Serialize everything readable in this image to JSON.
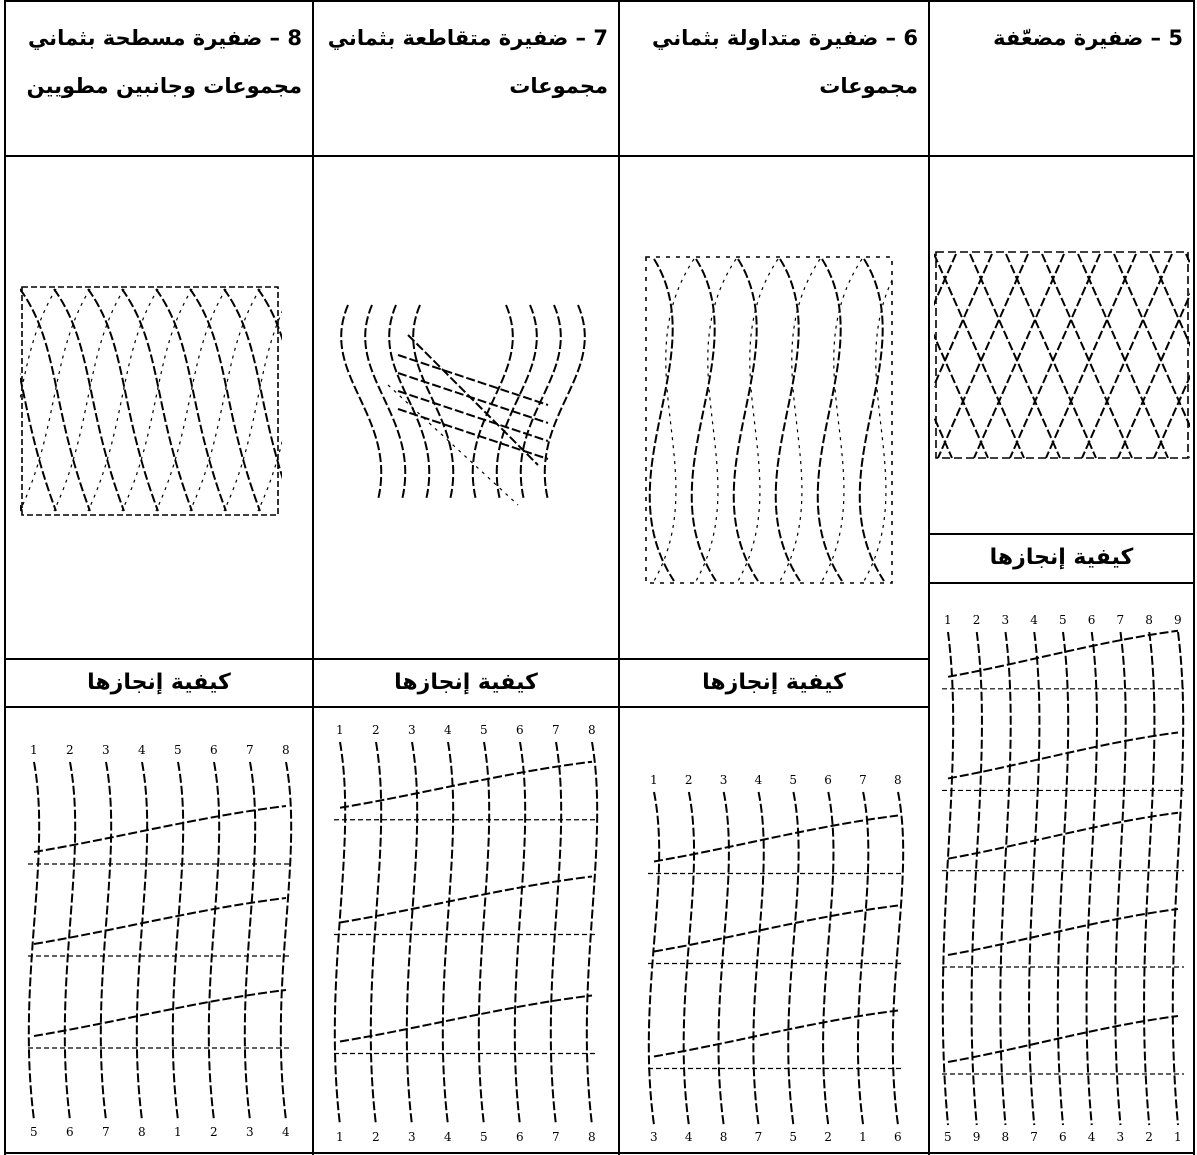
{
  "columns": [
    {
      "id": "col8",
      "title_lines": [
        "8 – ضفيرة مسطحة بثماني",
        "مجموعات وجانبين مطويين"
      ],
      "howto": "كيفية إنجازها",
      "top_numbers": [
        "1",
        "2",
        "3",
        "4",
        "5",
        "6",
        "7",
        "8"
      ],
      "bottom_numbers": [
        "5",
        "6",
        "7",
        "8",
        "1",
        "2",
        "3",
        "4"
      ]
    },
    {
      "id": "col7",
      "title_lines": [
        "7 – ضفيرة متقاطعة بثماني",
        "مجموعات"
      ],
      "howto": "كيفية إنجازها",
      "top_numbers": [
        "1",
        "2",
        "3",
        "4",
        "5",
        "6",
        "7",
        "8"
      ],
      "bottom_numbers": [
        "1",
        "2",
        "3",
        "4",
        "5",
        "6",
        "7",
        "8"
      ]
    },
    {
      "id": "col6",
      "title_lines": [
        "6 – ضفيرة متداولة بثماني",
        "مجموعات"
      ],
      "howto": "كيفية إنجازها",
      "top_numbers": [
        "1",
        "2",
        "3",
        "4",
        "5",
        "6",
        "7",
        "8"
      ],
      "bottom_numbers": [
        "3",
        "4",
        "8",
        "7",
        "5",
        "2",
        "1",
        "6"
      ]
    },
    {
      "id": "col5",
      "title_lines": [
        "5 – ضفيرة مضعّفة"
      ],
      "howto": "كيفية إنجازها",
      "top_numbers": [
        "1",
        "2",
        "3",
        "4",
        "5",
        "6",
        "7",
        "8",
        "9"
      ],
      "bottom_numbers": [
        "5",
        "9",
        "8",
        "7",
        "6",
        "4",
        "3",
        "2",
        "1"
      ]
    }
  ]
}
